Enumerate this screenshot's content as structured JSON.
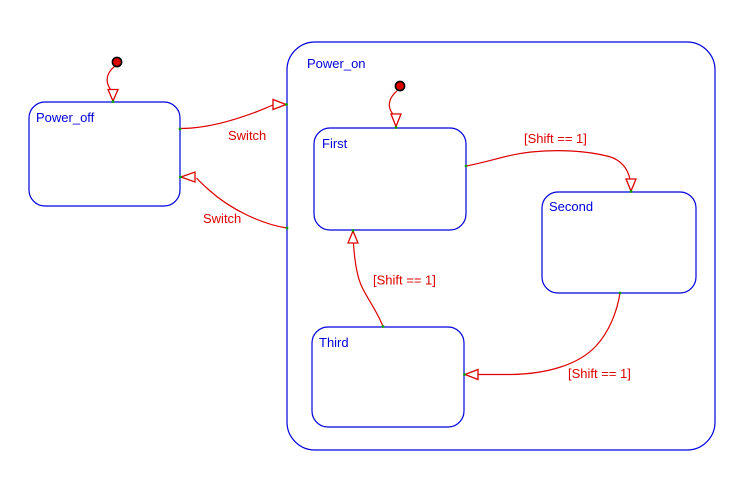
{
  "diagram": {
    "kind": "state-machine-chart",
    "background": "#ffffff"
  },
  "colors": {
    "state_outline": "#0000DD",
    "state_label": "#0000DD",
    "transition_line": "#DD0000",
    "transition_label": "#DD0000",
    "initial_dot_fill": "#DD0000",
    "initial_dot_stroke": "#000000",
    "attach_tick": "#00A000"
  },
  "states": [
    {
      "id": "power_off",
      "label": "Power_off",
      "kind": "state"
    },
    {
      "id": "power_on",
      "label": "Power_on",
      "kind": "superstate"
    },
    {
      "id": "first",
      "label": "First",
      "kind": "state",
      "parent": "Power_on"
    },
    {
      "id": "second",
      "label": "Second",
      "kind": "state",
      "parent": "Power_on"
    },
    {
      "id": "third",
      "label": "Third",
      "kind": "state",
      "parent": "Power_on"
    }
  ],
  "transitions": [
    {
      "from": "initial",
      "to": "Power_off",
      "label": ""
    },
    {
      "from": "Power_off",
      "to": "Power_on",
      "label": "Switch"
    },
    {
      "from": "Power_on",
      "to": "Power_off",
      "label": "Switch"
    },
    {
      "from": "initial",
      "to": "First",
      "label": ""
    },
    {
      "from": "First",
      "to": "Second",
      "label": "[Shift == 1]"
    },
    {
      "from": "Second",
      "to": "Third",
      "label": "[Shift == 1]"
    },
    {
      "from": "Third",
      "to": "First",
      "label": "[Shift == 1]"
    }
  ]
}
